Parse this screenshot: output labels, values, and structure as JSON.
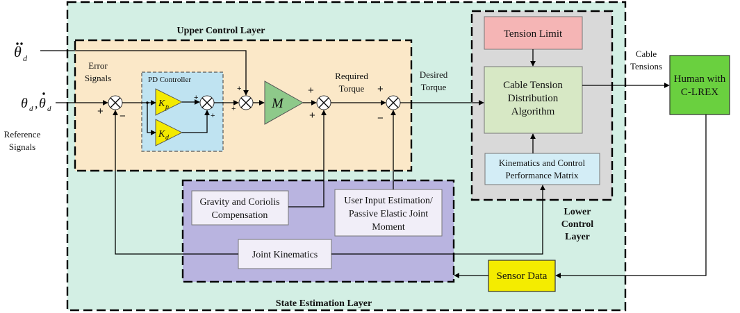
{
  "colors": {
    "outer_layer": "#d3efe4",
    "upper_layer": "#fbe8c8",
    "pd_controller": "#bfe3f1",
    "lower_layer": "#d9d9d9",
    "state_layer": "#b9b4e0",
    "tension_limit": "#f5b5b5",
    "distribution": "#d7e8c5",
    "kinematics_matrix": "#d3edf6",
    "gain_triangle_pd": "#f4ea00",
    "gain_triangle_m": "#8ec98a",
    "human": "#6ad03f",
    "sensor": "#f4ec00",
    "estimation_box": "#f1eef8"
  },
  "layers": {
    "upper": "Upper Control Layer",
    "lower": [
      "Lower",
      "Control",
      "Layer"
    ],
    "state": "State Estimation Layer"
  },
  "inputs": {
    "theta_dd": "θ",
    "theta_sub": "d",
    "theta_pair": "θ",
    "theta_pair_sub": "d",
    "theta_dot": "θ",
    "theta_dot_sub": "d"
  },
  "labels": {
    "reference": [
      "Reference",
      "Signals"
    ],
    "error": [
      "Error",
      "Signals"
    ],
    "pd_controller": "PD Controller",
    "kp": "K",
    "kp_sub": "p",
    "kd": "K",
    "kd_sub": "d",
    "m": "M",
    "required": [
      "Required",
      "Torque"
    ],
    "desired": [
      "Desired",
      "Torque"
    ],
    "cable": [
      "Cable",
      "Tensions"
    ]
  },
  "blocks": {
    "tension_limit": "Tension Limit",
    "distribution": [
      "Cable Tension",
      "Distribution",
      "Algorithm"
    ],
    "kinematics_matrix": [
      "Kinematics and Control",
      "Performance Matrix"
    ],
    "human": [
      "Human with",
      "C-LREX"
    ],
    "sensor": "Sensor Data",
    "gravity": [
      "Gravity and Coriolis",
      "Compensation"
    ],
    "user_input": [
      "User Input Estimation/",
      "Passive Elastic Joint",
      "Moment"
    ],
    "joint_kinematics": "Joint Kinematics"
  },
  "signs": {
    "plus": "+",
    "minus": "−"
  }
}
